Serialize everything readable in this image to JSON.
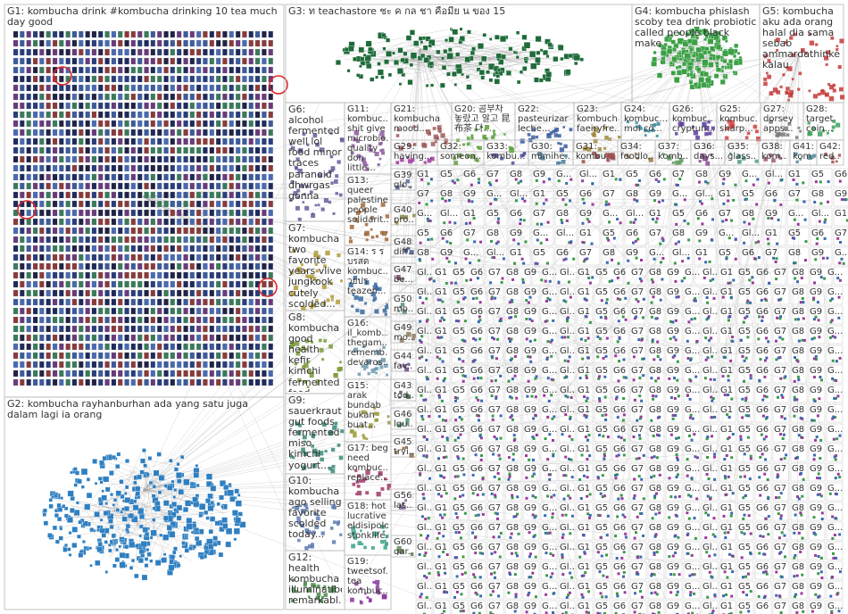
{
  "groups": [
    {
      "id": "G1",
      "text": "G1: kombucha drink #kombucha drinking 10 tea much day good",
      "color": "#2a3d7a",
      "density": "grid"
    },
    {
      "id": "G2",
      "text": "G2: kombucha rayhanburhan ada yang satu juga dalam lagi ia orang",
      "color": "#2f7fc1",
      "density": "blob"
    },
    {
      "id": "G3",
      "text": "G3: ท teachastore ชะ ค กล ชา คือมีย น ของ 15",
      "color": "#1f6b3a",
      "density": "blob"
    },
    {
      "id": "G4",
      "text": "G4: kombucha phislash scoby tea drink probiotic called people black make",
      "color": "#3aa045",
      "density": "blob"
    },
    {
      "id": "G5",
      "text": "G5: kombucha aku ada orang halal dia sama sebab ammardathinker kalau",
      "color": "#c43a3a",
      "density": "sparse"
    },
    {
      "id": "G6",
      "text": "G6: alcohol fermented well lol food minor traces paranoid dhwrgas gonna",
      "color": "#6a5a9a",
      "density": "sparse"
    },
    {
      "id": "G7",
      "text": "G7: kombucha two favorite years vlive jungkook cutely scolded...",
      "color": "#b09a3a",
      "density": "sparse"
    },
    {
      "id": "G8",
      "text": "G8: kombucha good health kefir kimchi fermented food...",
      "color": "#7a9a3a",
      "density": "sparse"
    },
    {
      "id": "G9",
      "text": "G9: sauerkraut gut foods fermented miso kimchi yogurt...",
      "color": "#3a8a7a",
      "density": "sparse"
    },
    {
      "id": "G10",
      "text": "G10: kombucha ago selling favorite scolded today...",
      "color": "#5a7ab0",
      "density": "sparse"
    },
    {
      "id": "G11",
      "text": "G11: kombuc... shit give microbio... quality don little...",
      "color": "#8a5aa0",
      "density": "sparse"
    },
    {
      "id": "G12",
      "text": "G12: health kombucha illuminatibot remarkabl...",
      "color": "#4a8a4a",
      "density": "sparse"
    },
    {
      "id": "G13",
      "text": "G13: queer palestine people solidarit...",
      "color": "#a06a3a",
      "density": "sparse"
    },
    {
      "id": "G14",
      "text": "G14: ร ร บรสด kombuc... วยปร teazen...",
      "color": "#3a6aa0",
      "density": "sparse"
    },
    {
      "id": "G15",
      "text": "G15: arak bundab bukan buat...",
      "color": "#9a9a3a",
      "density": "sparse"
    },
    {
      "id": "G16",
      "text": "G16: il_komb... thegam... rememb... devaros...",
      "color": "#6a9ab0",
      "density": "sparse"
    },
    {
      "id": "G17",
      "text": "G17: beg need kombuc... replace...",
      "color": "#a03a6a",
      "density": "sparse"
    },
    {
      "id": "G18",
      "text": "G18: hot lucrative eldisipolo stonklife...",
      "color": "#3aa08a",
      "density": "sparse"
    },
    {
      "id": "G19",
      "text": "G19: tweetsof... tea kombuc...",
      "color": "#8a3aa0",
      "density": "sparse"
    },
    {
      "id": "G20",
      "text": "G20: 콤부차 놓랐고 알고 昆布茶 다...",
      "color": "#5aa03a",
      "density": "sparse"
    },
    {
      "id": "G21",
      "text": "G21: kombucha mood...",
      "color": "#a05a5a",
      "density": "sparse"
    },
    {
      "id": "G22",
      "text": "G22: pasteurizar leche...",
      "color": "#3a5aa0",
      "density": "sparse"
    },
    {
      "id": "G23",
      "text": "G23: kombucha faeiryfre...",
      "color": "#a08a3a",
      "density": "sparse"
    },
    {
      "id": "G24",
      "text": "G24: kombuc... moi cô...",
      "color": "#3a8aa0",
      "density": "sparse"
    },
    {
      "id": "G25",
      "text": "G25: kombuc... sharp...",
      "color": "#d04040",
      "density": "sparse"
    },
    {
      "id": "G26",
      "text": "G26: kombuc... cryptun...",
      "color": "#5a3aa0",
      "density": "sparse"
    },
    {
      "id": "G27",
      "text": "G27: dorsey apps...",
      "color": "#7a7a7a",
      "density": "sparse"
    },
    {
      "id": "G28",
      "text": "G28: target coin...",
      "color": "#3aa05a",
      "density": "sparse"
    },
    {
      "id": "G29",
      "text": "G29: having...",
      "color": "#a03aa0",
      "density": "sparse"
    },
    {
      "id": "G30",
      "text": "G30: mimihe...",
      "color": "#4a7a9a",
      "density": "sparse"
    },
    {
      "id": "G31",
      "text": "G31: kombu...",
      "color": "#9a4a4a",
      "density": "sparse"
    },
    {
      "id": "G32",
      "text": "G32: someon...",
      "color": "#6a9a4a",
      "density": "sparse"
    },
    {
      "id": "G33",
      "text": "G33: kombu...",
      "color": "#4a4a9a",
      "density": "sparse"
    },
    {
      "id": "G34",
      "text": "G34: foodlo...",
      "color": "#9a7a4a",
      "density": "sparse"
    },
    {
      "id": "G35",
      "text": "G35: glass...",
      "color": "#4a9a8a",
      "density": "sparse"
    },
    {
      "id": "G36",
      "text": "G36: days...",
      "color": "#8a4a9a",
      "density": "sparse"
    },
    {
      "id": "G37",
      "text": "G37: komb...",
      "color": "#5a9a5a",
      "density": "sparse"
    },
    {
      "id": "G38",
      "text": "G38: kom...",
      "color": "#9a5a7a",
      "density": "sparse"
    },
    {
      "id": "G39",
      "text": "G39: glo...",
      "color": "#5a6a9a",
      "density": "sparse"
    },
    {
      "id": "G40",
      "text": "G40: pro...",
      "color": "#8a8a4a",
      "density": "sparse"
    },
    {
      "id": "G41",
      "text": "G41: kom...",
      "color": "#4a8a9a",
      "density": "sparse"
    },
    {
      "id": "G42",
      "text": "G42: red...",
      "color": "#a04a4a",
      "density": "sparse"
    },
    {
      "id": "G43",
      "text": "G43: tod...",
      "color": "#4a6a4a",
      "density": "sparse"
    },
    {
      "id": "G44",
      "text": "G44: fav...",
      "color": "#6a4a8a",
      "density": "sparse"
    },
    {
      "id": "G45",
      "text": "G45: tryi...",
      "color": "#8a6a4a",
      "density": "sparse"
    },
    {
      "id": "G46",
      "text": "G46: lgu...",
      "color": "#4a8a6a",
      "density": "sparse"
    },
    {
      "id": "G47",
      "text": "G47: be...",
      "color": "#7a4a6a",
      "density": "sparse"
    },
    {
      "id": "G48",
      "text": "G48: diff...",
      "color": "#4a5a8a",
      "density": "sparse"
    },
    {
      "id": "G49",
      "text": "G49: mo...",
      "color": "#8a7a5a",
      "density": "sparse"
    },
    {
      "id": "G50",
      "text": "G50: mo...",
      "color": "#5a8a7a",
      "density": "sparse"
    },
    {
      "id": "G56",
      "text": "G56: las...",
      "color": "#7a5a8a",
      "density": "sparse"
    },
    {
      "id": "G60",
      "text": "G60: gar...",
      "color": "#6a8a5a",
      "density": "sparse"
    }
  ],
  "small_labels": [
    "G1",
    "G5",
    "G6",
    "G7",
    "G8",
    "G9",
    "G...",
    "Gl..."
  ]
}
